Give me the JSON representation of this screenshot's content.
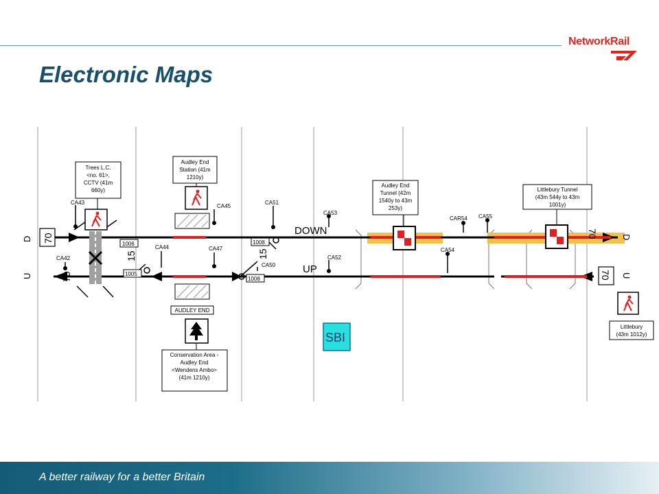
{
  "header": {
    "title": "Electronic Maps",
    "logo_text": "NetworkRail"
  },
  "footer": {
    "tagline": "A better railway for a better Britain"
  },
  "map": {
    "line_labels": {
      "down": "DOWN",
      "up": "UP",
      "d_left": "D",
      "u_left": "U",
      "d_right": "D",
      "u_right": "U"
    },
    "speed_signs": {
      "down_left": "70",
      "up_left": "70",
      "down_right": "70",
      "up_right": "70",
      "left_15": "15",
      "right_15": "15"
    },
    "signals": [
      "CA43",
      "CA42",
      "CA44",
      "CA45",
      "CA47",
      "CA51",
      "CA50",
      "CA53",
      "CA52",
      "CAR54",
      "CA54",
      "CA55"
    ],
    "points": {
      "p1006": "1006",
      "p1005": "1005",
      "p1008_top": "1008",
      "p1008_bottom": "1008"
    },
    "sbi": "SBI",
    "callouts": {
      "trees_lc": [
        "Trees L.C.",
        "<no. 61>,",
        "CCTV (41m",
        "660y)"
      ],
      "audley_end_station": [
        "Audley End",
        "Station (41m",
        "1210y)"
      ],
      "audley_end_tunnel": [
        "Audley End",
        "Tunnel (42m",
        "1540y to 43m",
        "253y)"
      ],
      "littlebury_tunnel": [
        "Littlebury Tunnel",
        "(43m 544y to 43m",
        "1001y)"
      ],
      "audley_end_platform": "AUDLEY END",
      "conservation_area": [
        "Conservation Area -",
        "Audley End",
        "<Wendens Ambo>",
        "(41m 1210y)"
      ],
      "littlebury": [
        "Littlebury",
        "(43m 1012y)"
      ]
    },
    "colors": {
      "track": "#000000",
      "restriction": "#e02020",
      "tunnel_band": "#f5c04a",
      "sbi_fill": "#28e0e0",
      "pedestrian": "#e02020"
    }
  }
}
